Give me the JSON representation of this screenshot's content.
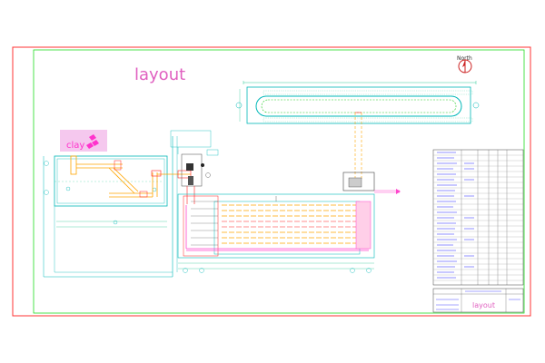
{
  "title": "layout",
  "north_label": "North",
  "clay_label": "clay",
  "title_block": {
    "drawing_name": "layout"
  },
  "colors": {
    "border": "#ff3333",
    "frame": "#22dd22",
    "wall": "#00b8b8",
    "dim": "#33cc99",
    "title": "#e060c0",
    "kiln_orange": "#ffa500",
    "kiln_red": "#ff2020",
    "kiln_magenta": "#ff44cc",
    "text_blue": "#2222ff"
  }
}
